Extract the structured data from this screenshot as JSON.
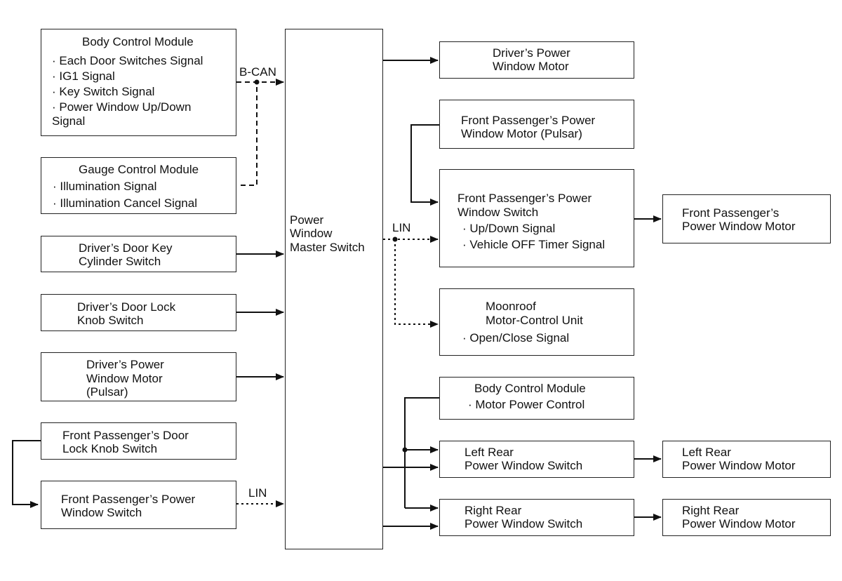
{
  "bcm_in": {
    "title": "Body Control Module",
    "lines": [
      "· Each Door Switches Signal",
      "· IG1 Signal",
      "· Key Switch Signal",
      "· Power Window Up/Down",
      "Signal"
    ]
  },
  "gauge": {
    "title": "Gauge Control Module",
    "lines": [
      "· Illumination Signal",
      "· Illumination Cancel Signal"
    ]
  },
  "key_cyl": {
    "lines": [
      "Driver’s Door Key",
      "Cylinder Switch"
    ]
  },
  "lock_knob": {
    "lines": [
      "Driver’s Door Lock",
      "Knob Switch"
    ]
  },
  "drv_motor_pulsar": {
    "lines": [
      "Driver’s Power",
      "Window Motor",
      "(Pulsar)"
    ]
  },
  "fp_lock_knob": {
    "lines": [
      "Front Passenger’s Door",
      "Lock Knob Switch"
    ]
  },
  "fp_switch_left": {
    "lines": [
      "Front Passenger’s Power",
      "Window Switch"
    ]
  },
  "master": {
    "lines": [
      "Power",
      "Window",
      "Master Switch"
    ]
  },
  "drv_motor": {
    "lines": [
      "Driver’s Power",
      "Window Motor"
    ]
  },
  "fp_motor_pulsar": {
    "lines": [
      "Front Passenger’s Power",
      "Window Motor (Pulsar)"
    ]
  },
  "fp_switch_right": {
    "lines": [
      "Front Passenger’s Power",
      "Window Switch",
      "· Up/Down Signal",
      "· Vehicle OFF Timer Signal"
    ]
  },
  "fp_motor": {
    "lines": [
      "Front Passenger’s",
      "Power Window Motor"
    ]
  },
  "moonroof": {
    "lines": [
      "Moonroof",
      "Motor-Control Unit",
      "· Open/Close Signal"
    ]
  },
  "bcm_out": {
    "lines": [
      "Body Control Module",
      "· Motor Power Control"
    ]
  },
  "lr_switch": {
    "lines": [
      "Left Rear",
      "Power Window Switch"
    ]
  },
  "lr_motor": {
    "lines": [
      "Left Rear",
      "Power Window Motor"
    ]
  },
  "rr_switch": {
    "lines": [
      "Right Rear",
      "Power Window Switch"
    ]
  },
  "rr_motor": {
    "lines": [
      "Right Rear",
      "Power Window Motor"
    ]
  },
  "labels": {
    "bcan": "B-CAN",
    "lin_right": "LIN",
    "lin_left": "LIN"
  }
}
